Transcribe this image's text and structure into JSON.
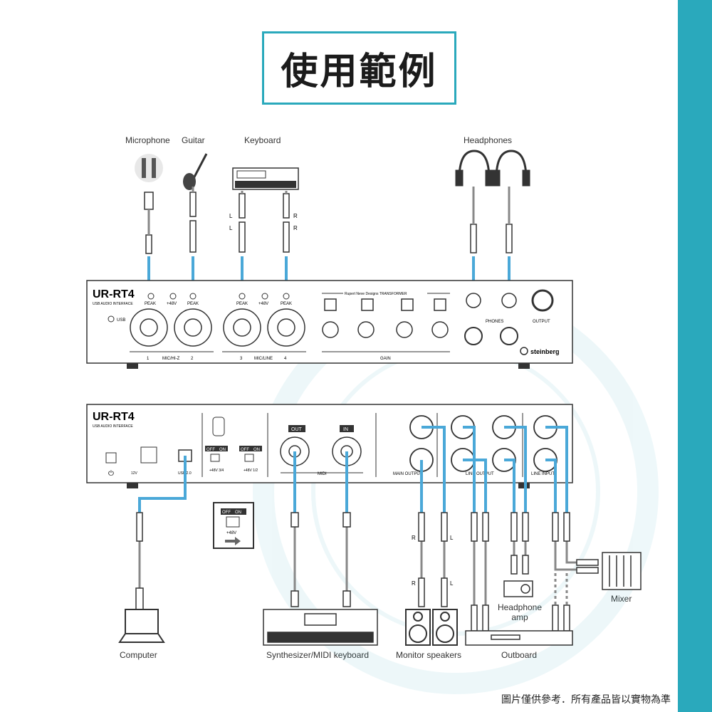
{
  "title": "使用範例",
  "footer_note": "圖片僅供參考．所有產品皆以實物為準",
  "colors": {
    "accent": "#2aa9bc",
    "cable": "#4aa8d8"
  },
  "devices_top": {
    "microphone": "Microphone",
    "guitar": "Guitar",
    "keyboard": "Keyboard",
    "headphones": "Headphones"
  },
  "devices_bottom": {
    "computer": "Computer",
    "synth": "Synthesizer/MIDI keyboard",
    "monitor": "Monitor speakers",
    "outboard": "Outboard",
    "headphone_amp": "Headphone amp",
    "mixer": "Mixer"
  },
  "front_panel": {
    "model": "UR-RT4",
    "subtitle": "USB AUDIO INTERFACE",
    "usb": "USB",
    "peak": "PEAK",
    "phantom": "+48V",
    "rupert": "Rupert Neve Designs  TRANSFORMER",
    "phones": "PHONES",
    "output": "OUTPUT",
    "gain": "GAIN",
    "mic_hiz": "MIC/HI-Z",
    "mic_line": "MIC/LINE",
    "brand": "steinberg",
    "inputs": [
      "1",
      "2",
      "3",
      "4"
    ]
  },
  "rear_panel": {
    "model": "UR-RT4",
    "subtitle": "USB AUDIO INTERFACE",
    "dc": "12V",
    "usb": "USB 2.0",
    "off": "OFF",
    "on": "ON",
    "phantom_34": "+48V 3/4",
    "phantom_12": "+48V 1/2",
    "midi": "MIDI",
    "midi_out": "OUT",
    "midi_in": "IN",
    "main_output": "MAIN OUTPUT",
    "line_output": "LINE OUTPUT",
    "line_input": "LINE INPUT",
    "switch_label": "+48V"
  },
  "lr": {
    "l": "L",
    "r": "R"
  }
}
